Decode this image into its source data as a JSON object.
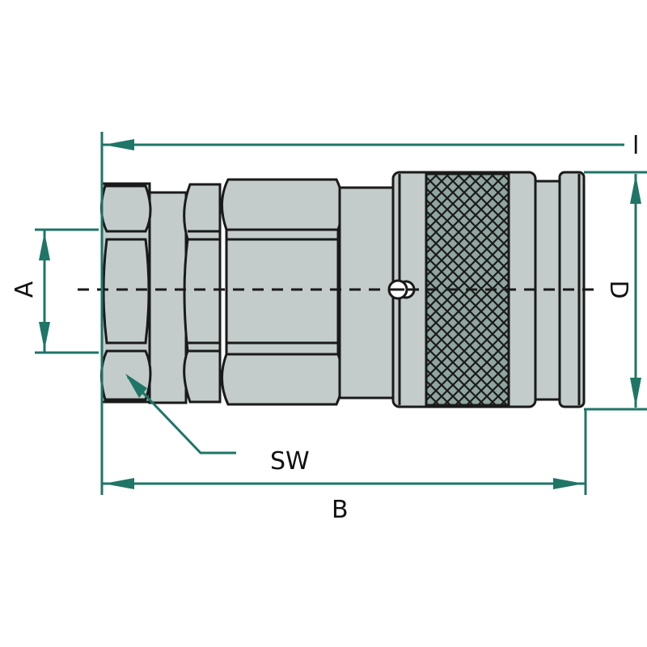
{
  "drawing": {
    "subject": "Hydraulic quick coupling (female socket, flat face) side view with dimensions",
    "colors": {
      "dimension_line": "#1f7566",
      "body_fill": "#c3ccca",
      "body_shade": "#98a8a4",
      "knurl_fill": "#8fa59f",
      "outline": "#1a1a1a",
      "background": "#ffffff"
    }
  },
  "labels": {
    "overall_length": "l",
    "thread_size": "A",
    "body_length": "B",
    "outer_diameter": "D",
    "wrench_size": "SW"
  }
}
